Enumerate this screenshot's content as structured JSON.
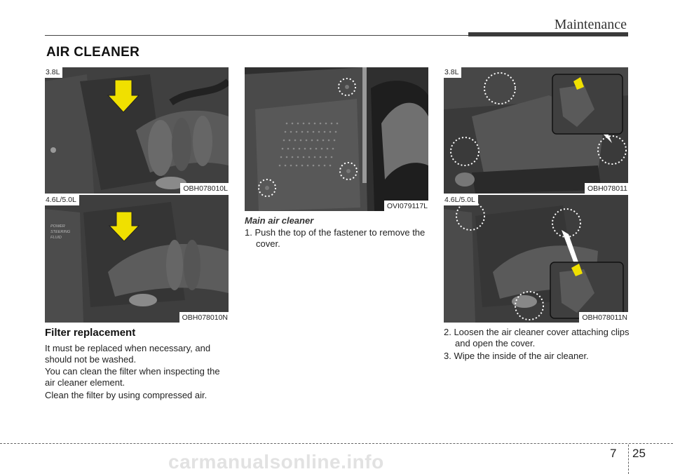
{
  "header": {
    "title": "Maintenance"
  },
  "section": {
    "title": "AIR CLEANER"
  },
  "images": {
    "img1": {
      "tag": "3.8L",
      "code": "OBH078010L"
    },
    "img2": {
      "tag": "4.6L/5.0L",
      "code": "OBH078010N"
    },
    "img3": {
      "code": "OVI079117L"
    },
    "img4": {
      "tag": "3.8L",
      "code": "OBH078011"
    },
    "img5": {
      "tag": "4.6L/5.0L",
      "code": "OBH078011N"
    }
  },
  "filter": {
    "heading": "Filter replacement",
    "p1": "It must be replaced when necessary, and should not be washed.",
    "p2": "You can clean the filter when inspecting the air cleaner element.",
    "p3": "Clean the filter by using compressed air."
  },
  "main_cleaner": {
    "heading": "Main air cleaner",
    "step1": "1. Push the top of the fastener to remove the cover.",
    "step2": "2. Loosen the air cleaner cover attaching clips and open the cover.",
    "step3": "3. Wipe the inside of the air cleaner."
  },
  "footer": {
    "chapter": "7",
    "page": "25",
    "watermark": "carmanualsonline.info"
  },
  "colors": {
    "arrow": "#f0e000",
    "photo_bg": "#3c3c3c",
    "rule": "#3a3a3a"
  }
}
